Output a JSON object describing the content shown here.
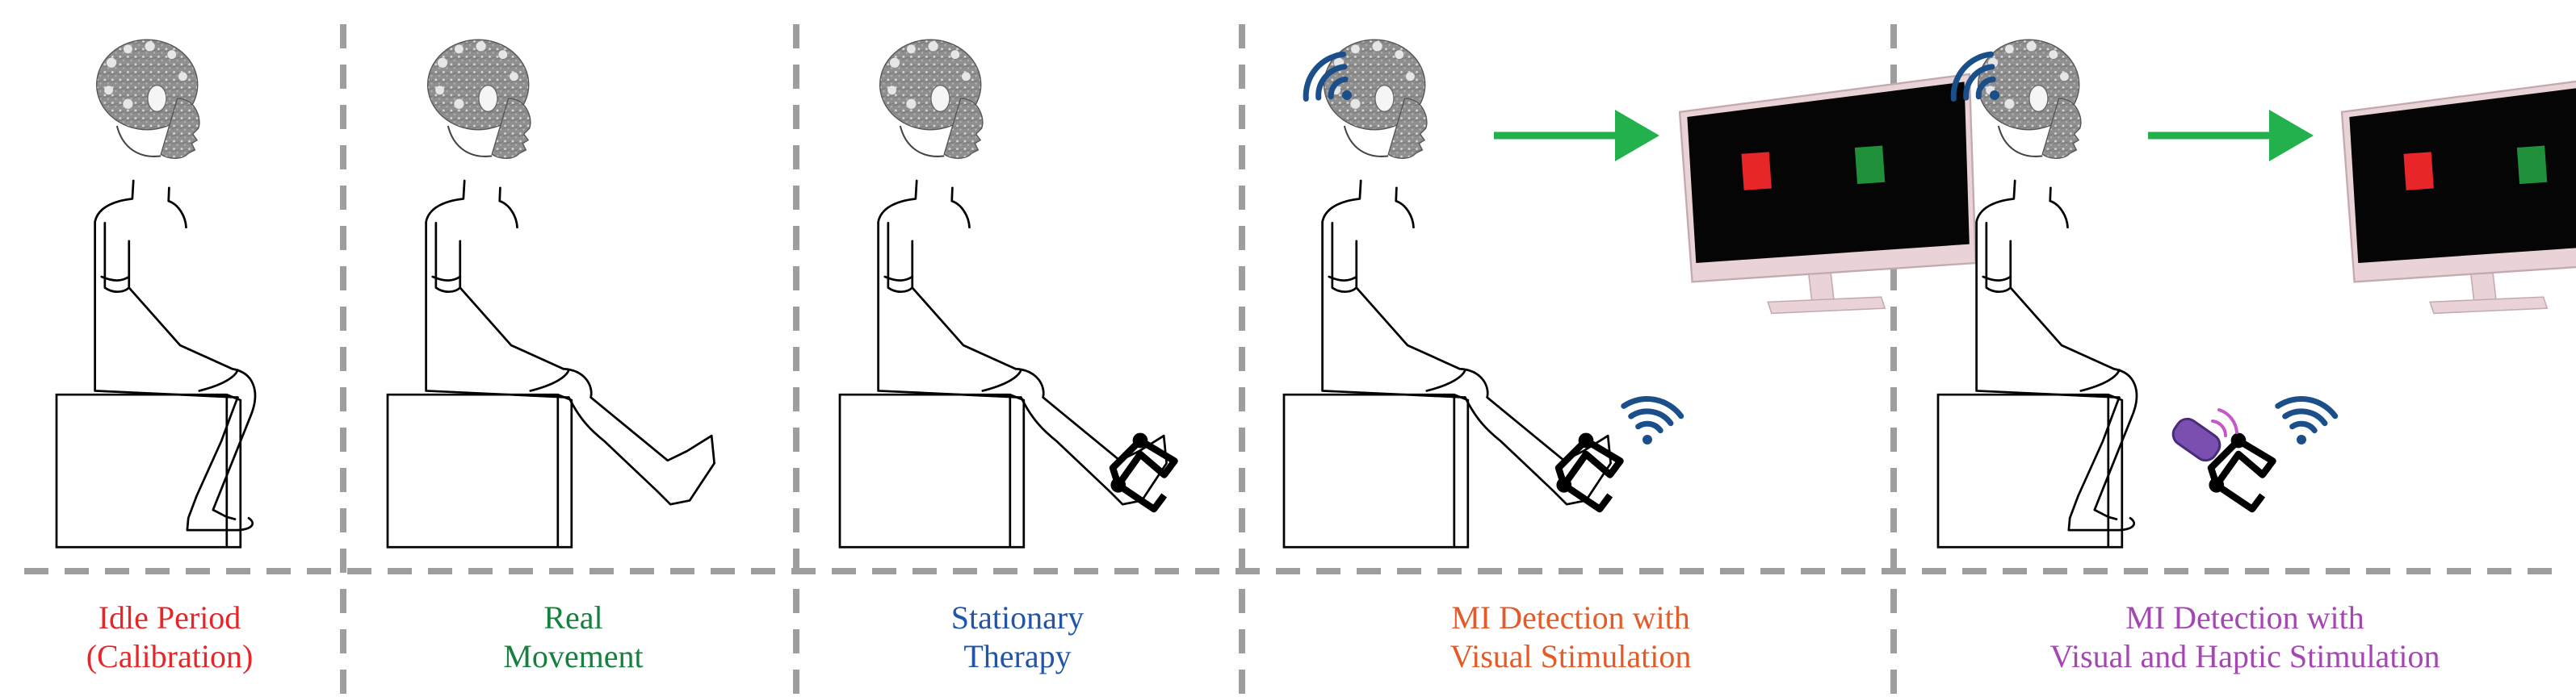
{
  "panels": [
    {
      "line1": "Idle Period",
      "line2": "(Calibration)",
      "color": "#e8262a"
    },
    {
      "line1": "Real",
      "line2": "Movement",
      "color": "#16803f"
    },
    {
      "line1": "Stationary",
      "line2": "Therapy",
      "color": "#2254a8"
    },
    {
      "line1": "MI Detection with",
      "line2": "Visual Stimulation",
      "color": "#e65a27"
    },
    {
      "line1": "MI Detection with",
      "line2": "Visual and Haptic Stimulation",
      "color": "#a646b4"
    }
  ],
  "colors": {
    "divider": "#9e9e9e",
    "arrow": "#22b14c",
    "wireless": "#1a4f8a",
    "screen": "#050505",
    "monitor_frame": "#e9d3d6",
    "target_red": "#e8262a",
    "target_green": "#1f8f3a",
    "haptic_device": "#7b4fb0",
    "eeg_cap": "#8f8f8f"
  },
  "icons": [
    "eeg-cap-icon",
    "wireless-signal-icon",
    "monitor-icon",
    "arrow-icon",
    "ankle-exoskeleton-icon",
    "haptic-vibrator-icon"
  ]
}
